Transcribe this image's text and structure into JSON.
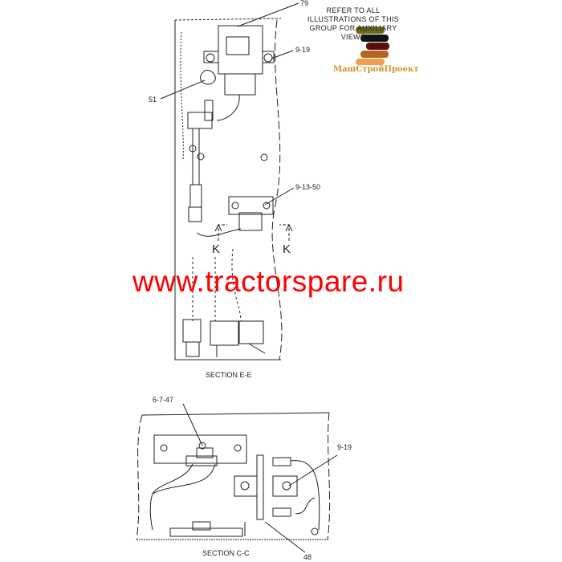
{
  "note": "REFER TO ALL ILLUSTRATIONS OF THIS GROUP FOR AUXILIARY VIEWS",
  "logo": {
    "text": "МашСтройПроект",
    "stripe_colors": [
      "#6b6b1f",
      "#111111",
      "#5a0f0f",
      "#b5651d",
      "#f0a050"
    ]
  },
  "watermark": "www.tractorspare.ru",
  "section_e": {
    "title": "SECTION E-E",
    "callouts": [
      "79",
      "9-19",
      "51",
      "9-13-50"
    ],
    "view_markers": [
      "K",
      "K"
    ]
  },
  "section_c": {
    "title": "SECTION C-C",
    "callouts": [
      "6-7-47",
      "9-19",
      "48"
    ]
  }
}
